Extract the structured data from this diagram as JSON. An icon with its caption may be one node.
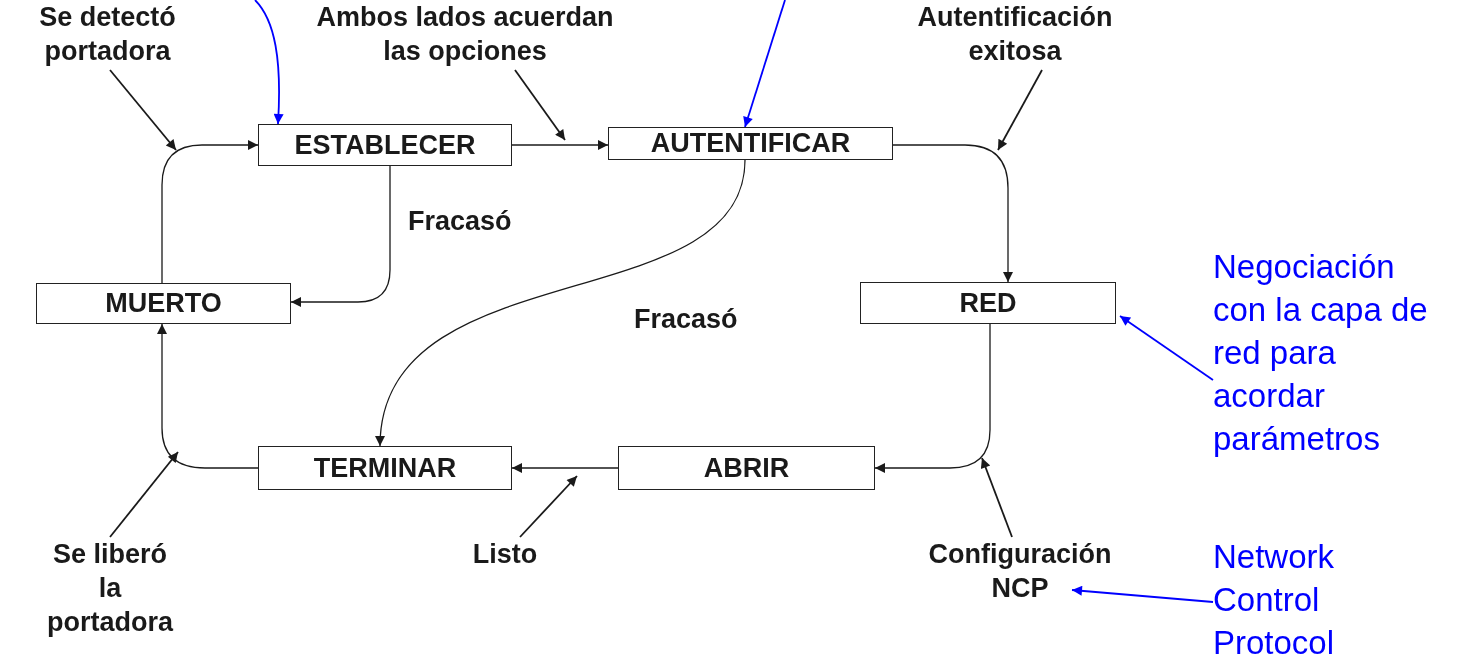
{
  "diagram": {
    "nodes": [
      {
        "text": [
          "ESTABLECER"
        ]
      },
      {
        "text": [
          "AUTENTIFICAR"
        ]
      },
      {
        "text": [
          "MUERTO"
        ]
      },
      {
        "text": [
          "RED"
        ]
      },
      {
        "text": [
          "TERMINAR"
        ]
      },
      {
        "text": [
          "ABRIR"
        ]
      },
      {
        "text": [
          "Se detectó portadora"
        ]
      },
      {
        "text": [
          "Ambos lados acuerdan las opciones"
        ]
      },
      {
        "text": [
          "Autentificación exitosa"
        ]
      },
      {
        "text": [
          "Negociación con la capa de red para acordar parámetros"
        ]
      },
      {
        "text": [
          "Se liberó la portadora"
        ]
      },
      {
        "text": [
          "Listo"
        ]
      },
      {
        "text": [
          "Configuración NCP"
        ]
      },
      {
        "text": [
          "Network Control Protocol"
        ]
      }
    ],
    "edges": [
      {
        "from": 2,
        "to": 0,
        "arrow": "to"
      },
      {
        "from": 0,
        "to": 1,
        "arrow": "to"
      },
      {
        "from": 1,
        "to": 3,
        "arrow": "to"
      },
      {
        "from": 0,
        "to": 2,
        "arrow": "to",
        "label": "Fracasó"
      },
      {
        "from": 1,
        "to": 4,
        "arrow": "to",
        "label": "Fracasó"
      },
      {
        "from": 3,
        "to": 5,
        "arrow": "to"
      },
      {
        "from": 5,
        "to": 4,
        "arrow": "to"
      },
      {
        "from": 4,
        "to": 2,
        "arrow": "to"
      },
      {
        "from": 6,
        "to": null,
        "arrow": "to"
      },
      {
        "from": 7,
        "to": null,
        "arrow": "to"
      },
      {
        "from": 8,
        "to": null,
        "arrow": "to"
      },
      {
        "from": 10,
        "to": null,
        "arrow": "to"
      },
      {
        "from": 11,
        "to": null,
        "arrow": "to"
      },
      {
        "from": 12,
        "to": null,
        "arrow": "to"
      },
      {
        "from": 9,
        "to": 3,
        "arrow": "to",
        "color": "#0000ff"
      },
      {
        "from": 13,
        "to": 12,
        "arrow": "to",
        "color": "#0000ff"
      },
      {
        "from": null,
        "to": 0,
        "arrow": "to",
        "color": "#0000ff"
      },
      {
        "from": null,
        "to": 1,
        "arrow": "to",
        "color": "#0000ff"
      }
    ]
  }
}
